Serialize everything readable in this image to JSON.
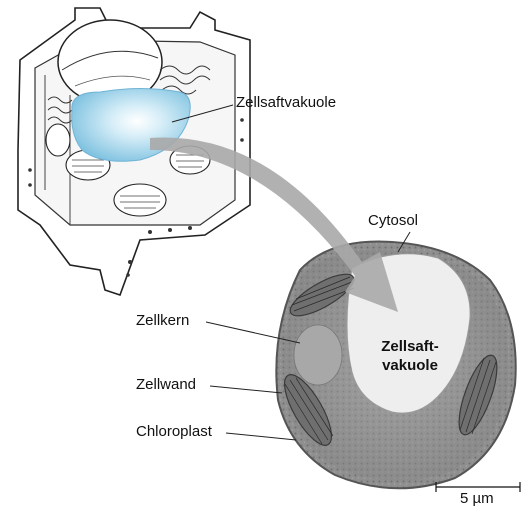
{
  "labels": {
    "vacuole_callout": "Zellsaftvakuole",
    "cytosol": "Cytosol",
    "nucleus": "Zellkern",
    "cell_wall": "Zellwand",
    "chloroplast": "Chloroplast",
    "vacuole_line1": "Zellsaft-",
    "vacuole_line2": "vakuole",
    "scale": "5 µm"
  },
  "colors": {
    "vacuole_blue": "#9fd3ea",
    "arrow_gray": "#a9a9a9",
    "micrograph_gray": "#8e8e8e"
  }
}
